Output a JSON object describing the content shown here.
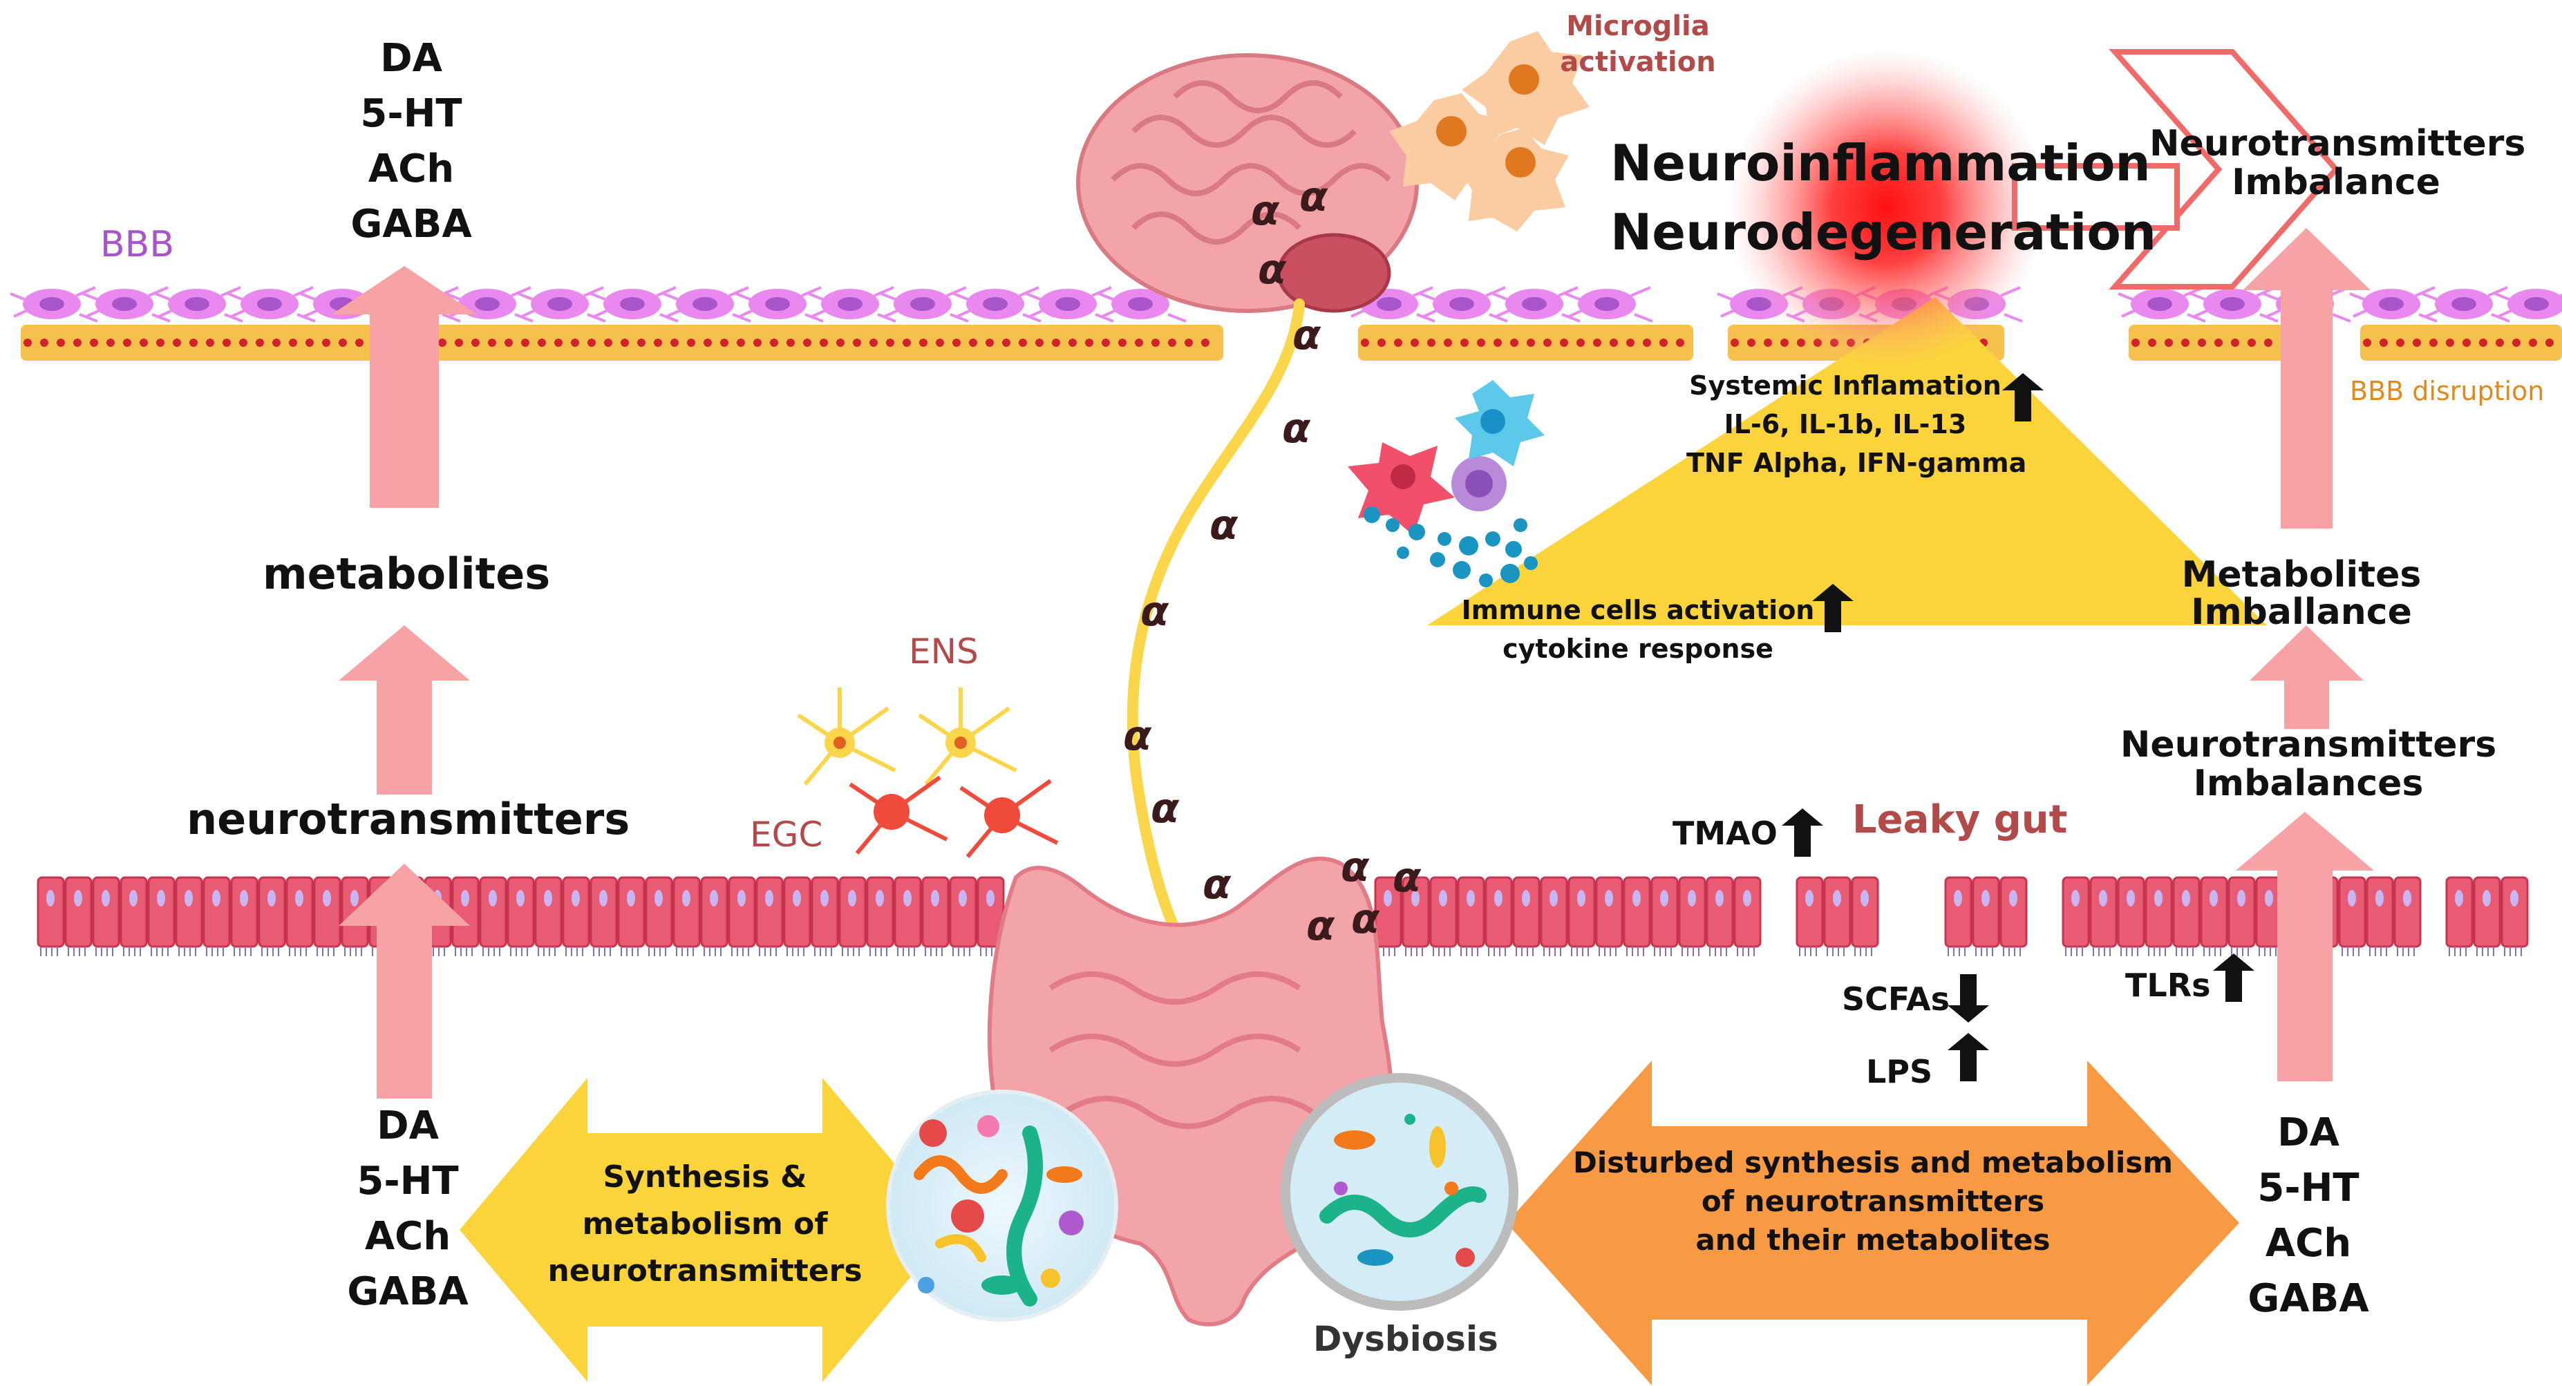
{
  "colors": {
    "bbb_purple": "#a855c9",
    "endothelium_pink": "#e989f0",
    "endothelium_orange": "#f6c04d",
    "gut_pink": "#e85b73",
    "gut_pink_dark": "#c8344f",
    "arrow_pink": "#f7a2a5",
    "yellow": "#fbd33a",
    "orange": "#f89a43",
    "nerve_yellow": "#fcd64a",
    "brain_pink": "#f3a4a8",
    "text_red": "#b34a4a",
    "text_orange": "#e08a1e",
    "inflammation_red": "#ff2020"
  },
  "left": {
    "top_nt": [
      "DA",
      "5-HT",
      "ACh",
      "GABA"
    ],
    "bbb_label": "BBB",
    "metabolites": "metabolites",
    "neurotransmitters": "neurotransmitters",
    "bottom_nt": [
      "DA",
      "5-HT",
      "ACh",
      "GABA"
    ],
    "synthesis": [
      "Synthesis &",
      "metabolism of",
      "neurotransmitters"
    ]
  },
  "center": {
    "microglia": [
      "Microglia",
      "activation"
    ],
    "ens": "ENS",
    "egc": "EGC",
    "alpha": "α",
    "dysbiosis": "Dysbiosis"
  },
  "right": {
    "neuroinflammation": "Neuroinflammation",
    "neurodegeneration": "Neurodegeneration",
    "nt_imbalance_top": [
      "Neurotransmitters",
      "Imbalance"
    ],
    "bbb_disruption": "BBB disruption",
    "systemic": [
      "Systemic Inflamation",
      "IL-6, IL-1b, IL-13",
      "TNF Alpha, IFN-gamma"
    ],
    "immune": [
      "Immune cells activation",
      "cytokine response"
    ],
    "metabolites_imbalance": [
      "Metabolites",
      "Imballance"
    ],
    "nt_imbalances": [
      "Neurotransmitters",
      "Imbalances"
    ],
    "tmao": "TMAO",
    "leaky_gut": "Leaky gut",
    "scfas": "SCFAs",
    "lps": "LPS",
    "tlrs": "TLRs",
    "disturbed": [
      "Disturbed synthesis and metabolism",
      "of neurotransmitters",
      "and their metabolites"
    ],
    "bottom_nt": [
      "DA",
      "5-HT",
      "ACh",
      "GABA"
    ]
  }
}
